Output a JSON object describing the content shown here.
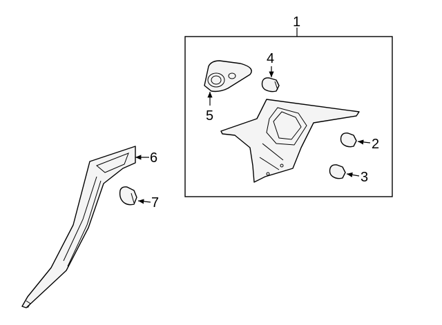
{
  "diagram": {
    "callouts": [
      {
        "id": "1",
        "text": "1"
      },
      {
        "id": "2",
        "text": "2"
      },
      {
        "id": "3",
        "text": "3"
      },
      {
        "id": "4",
        "text": "4"
      },
      {
        "id": "5",
        "text": "5"
      },
      {
        "id": "6",
        "text": "6"
      },
      {
        "id": "7",
        "text": "7"
      }
    ],
    "colors": {
      "line": "#000000",
      "fill": "#f4f4f4",
      "background": "#ffffff"
    }
  }
}
